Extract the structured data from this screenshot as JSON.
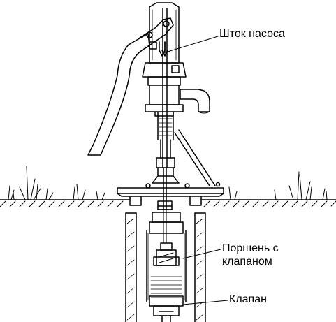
{
  "labels": {
    "rod": "Шток насоса",
    "piston_line1": "Поршень с",
    "piston_line2": "клапаном",
    "valve": "Клапан"
  },
  "colors": {
    "line": "#000000",
    "background": "#ffffff"
  }
}
